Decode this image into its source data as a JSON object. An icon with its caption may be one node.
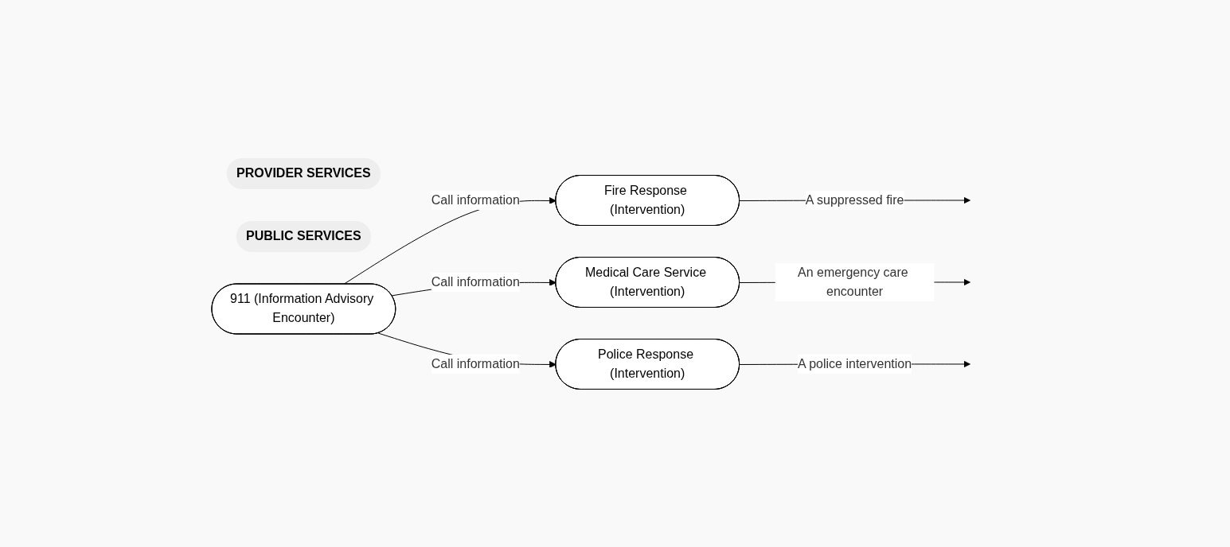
{
  "diagram": {
    "nodes": [
      {
        "text": [
          "PROVIDER SERVICES"
        ]
      },
      {
        "text": [
          "PUBLIC SERVICES"
        ]
      },
      {
        "text": [
          "911 (Information Advisory Encounter)"
        ]
      },
      {
        "text": [
          "Fire Response (Intervention)"
        ]
      },
      {
        "text": [
          "Medical Care Service (Intervention)"
        ]
      },
      {
        "text": [
          "Police Response (Intervention)"
        ]
      }
    ],
    "edges": [
      {
        "from": 2,
        "to": 3,
        "arrow": "to",
        "label": "Call information"
      },
      {
        "from": 2,
        "to": 4,
        "arrow": "to",
        "label": "Call information"
      },
      {
        "from": 2,
        "to": 5,
        "arrow": "to",
        "label": "Call information"
      },
      {
        "from": 3,
        "to": null,
        "arrow": "to",
        "label": "A suppressed fire"
      },
      {
        "from": 4,
        "to": null,
        "arrow": "to",
        "label": "An emergency care encounter"
      },
      {
        "from": 5,
        "to": null,
        "arrow": "to",
        "label": "A police intervention"
      }
    ]
  }
}
